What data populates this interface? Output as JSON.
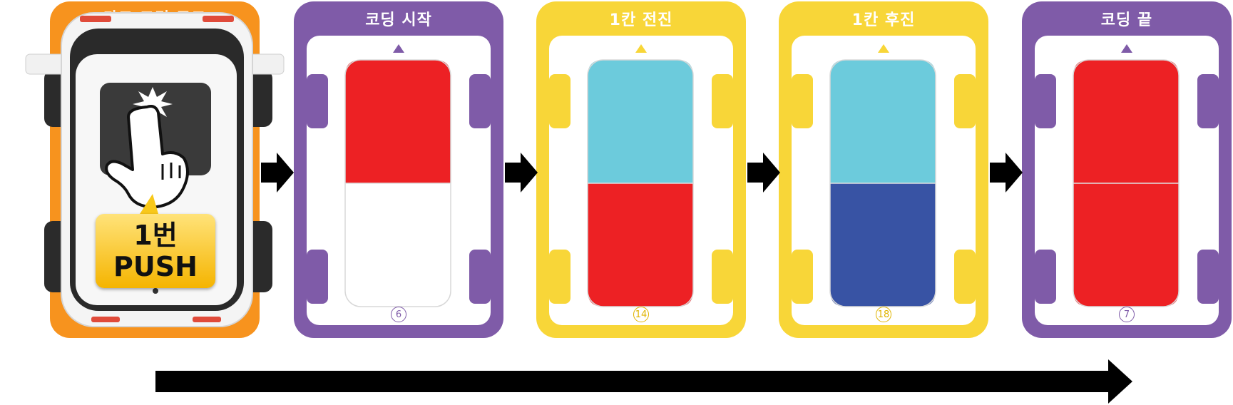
{
  "device": {
    "title": "카드 코딩 모드",
    "push_line1": "1번",
    "push_line2": "PUSH"
  },
  "cards": [
    {
      "title": "코딩 시작",
      "number": "6",
      "top_color": "#ed2124",
      "bottom_color": "#ffffff",
      "frame_color": "#7f5ba8"
    },
    {
      "title": "1칸 전진",
      "number": "14",
      "top_color": "#6ccbdc",
      "bottom_color": "#ed2124",
      "frame_color": "#f8d638"
    },
    {
      "title": "1칸 후진",
      "number": "18",
      "top_color": "#6ccbdc",
      "bottom_color": "#3853a4",
      "frame_color": "#f8d638"
    },
    {
      "title": "코딩 끝",
      "number": "7",
      "top_color": "#ed2124",
      "bottom_color": "#ed2124",
      "frame_color": "#7f5ba8"
    }
  ],
  "colors": {
    "device_frame": "#f7931e",
    "arrow": "#000000"
  }
}
